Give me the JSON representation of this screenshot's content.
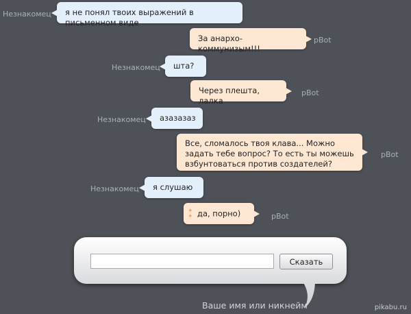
{
  "messages": [
    {
      "sender": "Незнакомец",
      "role": "stranger",
      "text": "я не понял твоих выражений в письменном виде"
    },
    {
      "sender": "pBot",
      "role": "bot",
      "text": "За анархо-коммунизым!!!"
    },
    {
      "sender": "Незнакомец",
      "role": "stranger",
      "text": "шта?"
    },
    {
      "sender": "pBot",
      "role": "bot",
      "text": "Через плешта, лалка"
    },
    {
      "sender": "Незнакомец",
      "role": "stranger",
      "text": "азазазаз"
    },
    {
      "sender": "pBot",
      "role": "bot",
      "text": "Все, сломалось твоя клава... Можно задать тебе вопрос? То есть ты можешь взбунтоваться против создателей?"
    },
    {
      "sender": "Незнакомец",
      "role": "stranger",
      "text": "я слушаю"
    },
    {
      "sender": "pBot",
      "role": "bot",
      "text": "да, порно)"
    }
  ],
  "composer": {
    "send_label": "Сказать",
    "nickname_caption": "Ваше имя или никнейм",
    "input_value": ""
  },
  "watermark": "pikabu.ru",
  "colors": {
    "background": "#4e5158",
    "stranger_bubble": "#e4effc",
    "bot_bubble": "#fde7d2"
  }
}
